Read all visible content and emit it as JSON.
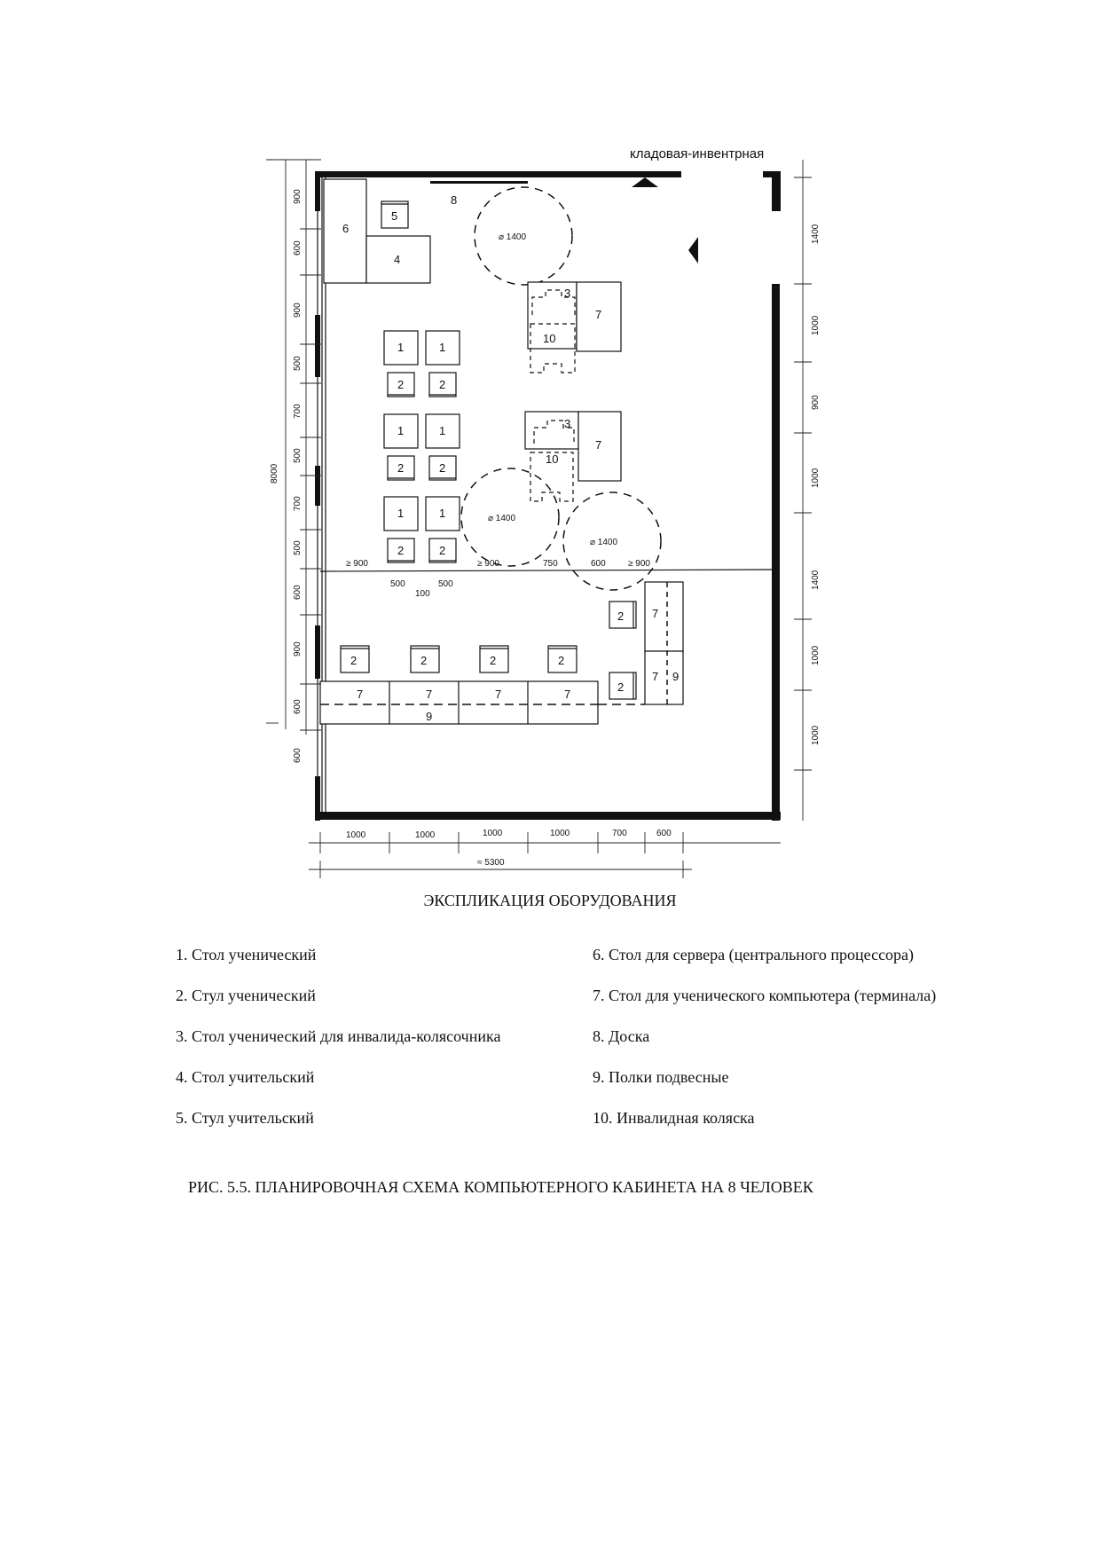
{
  "plan": {
    "room_note": "кладовая-инвентрная",
    "item_numbers": {
      "n1": "1",
      "n2": "2",
      "n3": "3",
      "n4": "4",
      "n5": "5",
      "n6": "6",
      "n7": "7",
      "n8": "8",
      "n9": "9",
      "n10": "10"
    },
    "diameter": "⌀ 1400",
    "dims": {
      "d500": "500",
      "d600": "600",
      "d700": "700",
      "d750": "750",
      "d900": "900",
      "d1000": "1000",
      "d1400": "1400",
      "d100": "100",
      "ge900": "≥ 900",
      "d8000": "8000",
      "d5300": "≈ 5300"
    }
  },
  "heading": "ЭКСПЛИКАЦИЯ ОБОРУДОВАНИЯ",
  "legend": {
    "left": [
      "1. Стол ученический",
      "2. Стул ученический",
      "3. Стол ученический для инвалида-колясочника",
      "4. Стол учительский",
      "5. Стул учительский"
    ],
    "right": [
      "6. Стол для сервера (центрального процессора)",
      "7. Стол для ученического компьютера (терминала)",
      "8. Доска",
      "9. Полки подвесные",
      "10. Инвалидная коляска"
    ]
  },
  "caption": "РИС. 5.5. ПЛАНИРОВОЧНАЯ СХЕМА КОМПЬЮТЕРНОГО КАБИНЕТА НА 8 ЧЕЛОВЕК"
}
